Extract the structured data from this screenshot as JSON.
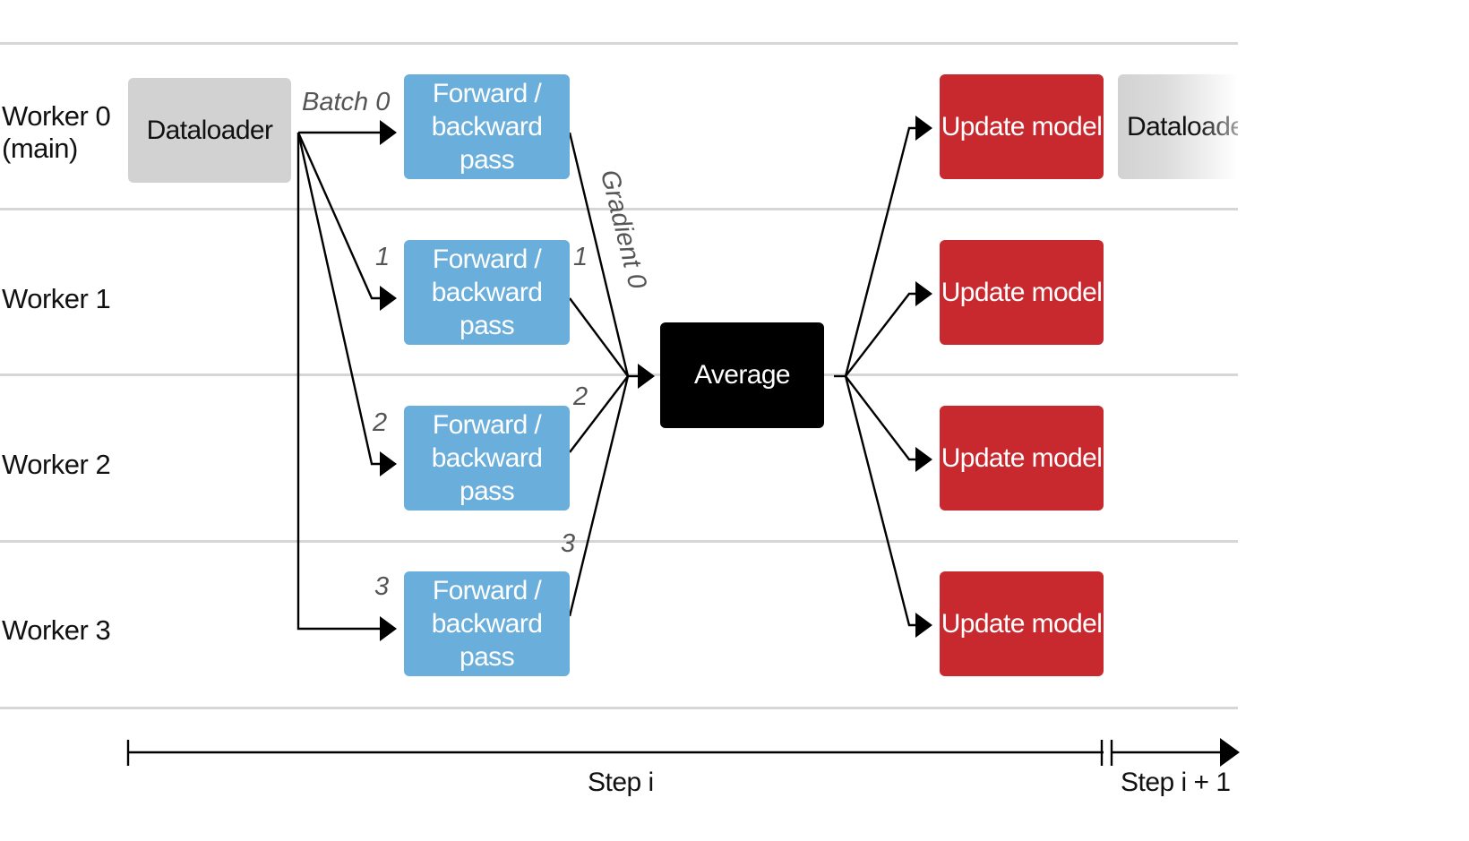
{
  "workers": [
    {
      "label_line1": "Worker 0",
      "label_line2": "(main)"
    },
    {
      "label_line1": "Worker 1",
      "label_line2": ""
    },
    {
      "label_line1": "Worker 2",
      "label_line2": ""
    },
    {
      "label_line1": "Worker 3",
      "label_line2": ""
    }
  ],
  "dataloader_label": "Dataloader",
  "next_dataloader_label": "Dataloader",
  "batch_labels": [
    "Batch 0",
    "1",
    "2",
    "3"
  ],
  "forward_backward_line1": "Forward /",
  "forward_backward_line2": "backward pass",
  "gradient_labels": [
    "Gradient 0",
    "1",
    "2",
    "3"
  ],
  "average_label": "Average",
  "update_model_label": "Update model",
  "timeline": {
    "step_current": "Step i",
    "step_next": "Step i + 1"
  },
  "colors": {
    "dataloader": "#d2d2d2",
    "forward_backward": "#6aaedc",
    "average": "#000000",
    "update_model": "#c8292f"
  }
}
